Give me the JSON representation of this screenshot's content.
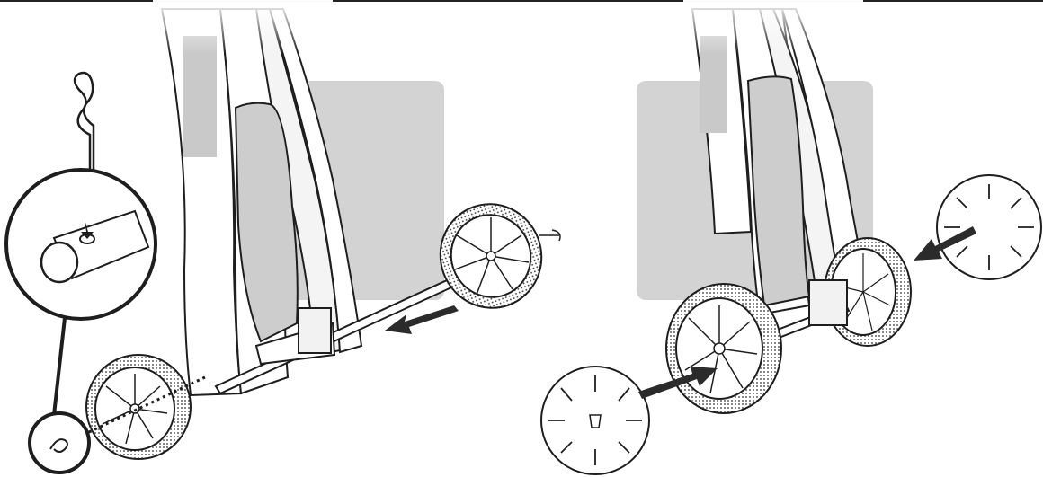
{
  "figure": {
    "panels": [
      {
        "step": "remove-wheel",
        "items": [
          "wheel",
          "axle",
          "hairpin-clip",
          "detail-callout-pin-hole",
          "detail-callout-clip"
        ]
      },
      {
        "step": "install-hubcaps",
        "items": [
          "front-wheel",
          "rear-wheel",
          "hubcap-left",
          "hubcap-right"
        ]
      }
    ],
    "colors": {
      "line": "#1e1e1e",
      "arrow": "#2b2b2b",
      "shade": "#cdcdcd",
      "panel": "#d3d3d3",
      "fill": "#ffffff"
    }
  }
}
